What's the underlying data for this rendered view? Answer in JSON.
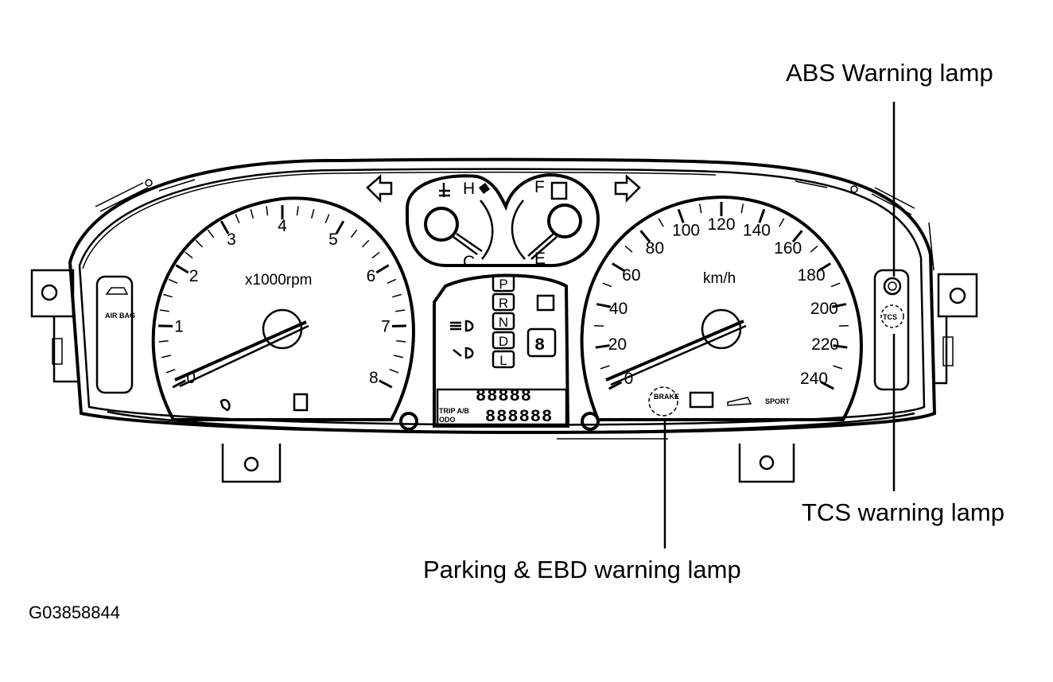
{
  "callouts": {
    "abs": "ABS Warning lamp",
    "tcs": "TCS warning lamp",
    "parking_ebd": "Parking & EBD warning lamp"
  },
  "figure_id": "G03858844",
  "tachometer": {
    "unit": "x1000rpm",
    "scale": [
      "0",
      "1",
      "2",
      "3",
      "4",
      "5",
      "6",
      "7",
      "8"
    ]
  },
  "speedometer": {
    "unit": "km/h",
    "scale": [
      "0",
      "20",
      "40",
      "60",
      "80",
      "100",
      "120",
      "140",
      "160",
      "180",
      "200",
      "220",
      "240"
    ]
  },
  "temp_gauge": {
    "hot": "H",
    "cold": "C"
  },
  "fuel_gauge": {
    "full": "F",
    "empty": "E"
  },
  "gear_indicator": [
    "P",
    "R",
    "N",
    "D",
    "L"
  ],
  "lcd": {
    "trip_label": "TRIP A/B",
    "odo_label": "ODO",
    "upper_digits": "88888",
    "lower_digits": "888888",
    "gear_digit": "8"
  },
  "warning_labels": {
    "airbag": "AIR BAG",
    "brake": "BRAKE",
    "tcs": "TCS",
    "sport": "SPORT"
  },
  "icons": [
    "left-turn-arrow-icon",
    "right-turn-arrow-icon",
    "coolant-temp-icon",
    "fuel-pump-icon",
    "high-beam-icon",
    "fog-lamp-icon",
    "seatbelt-icon",
    "door-ajar-icon",
    "battery-icon",
    "oil-pressure-icon",
    "abs-lamp-icon"
  ]
}
